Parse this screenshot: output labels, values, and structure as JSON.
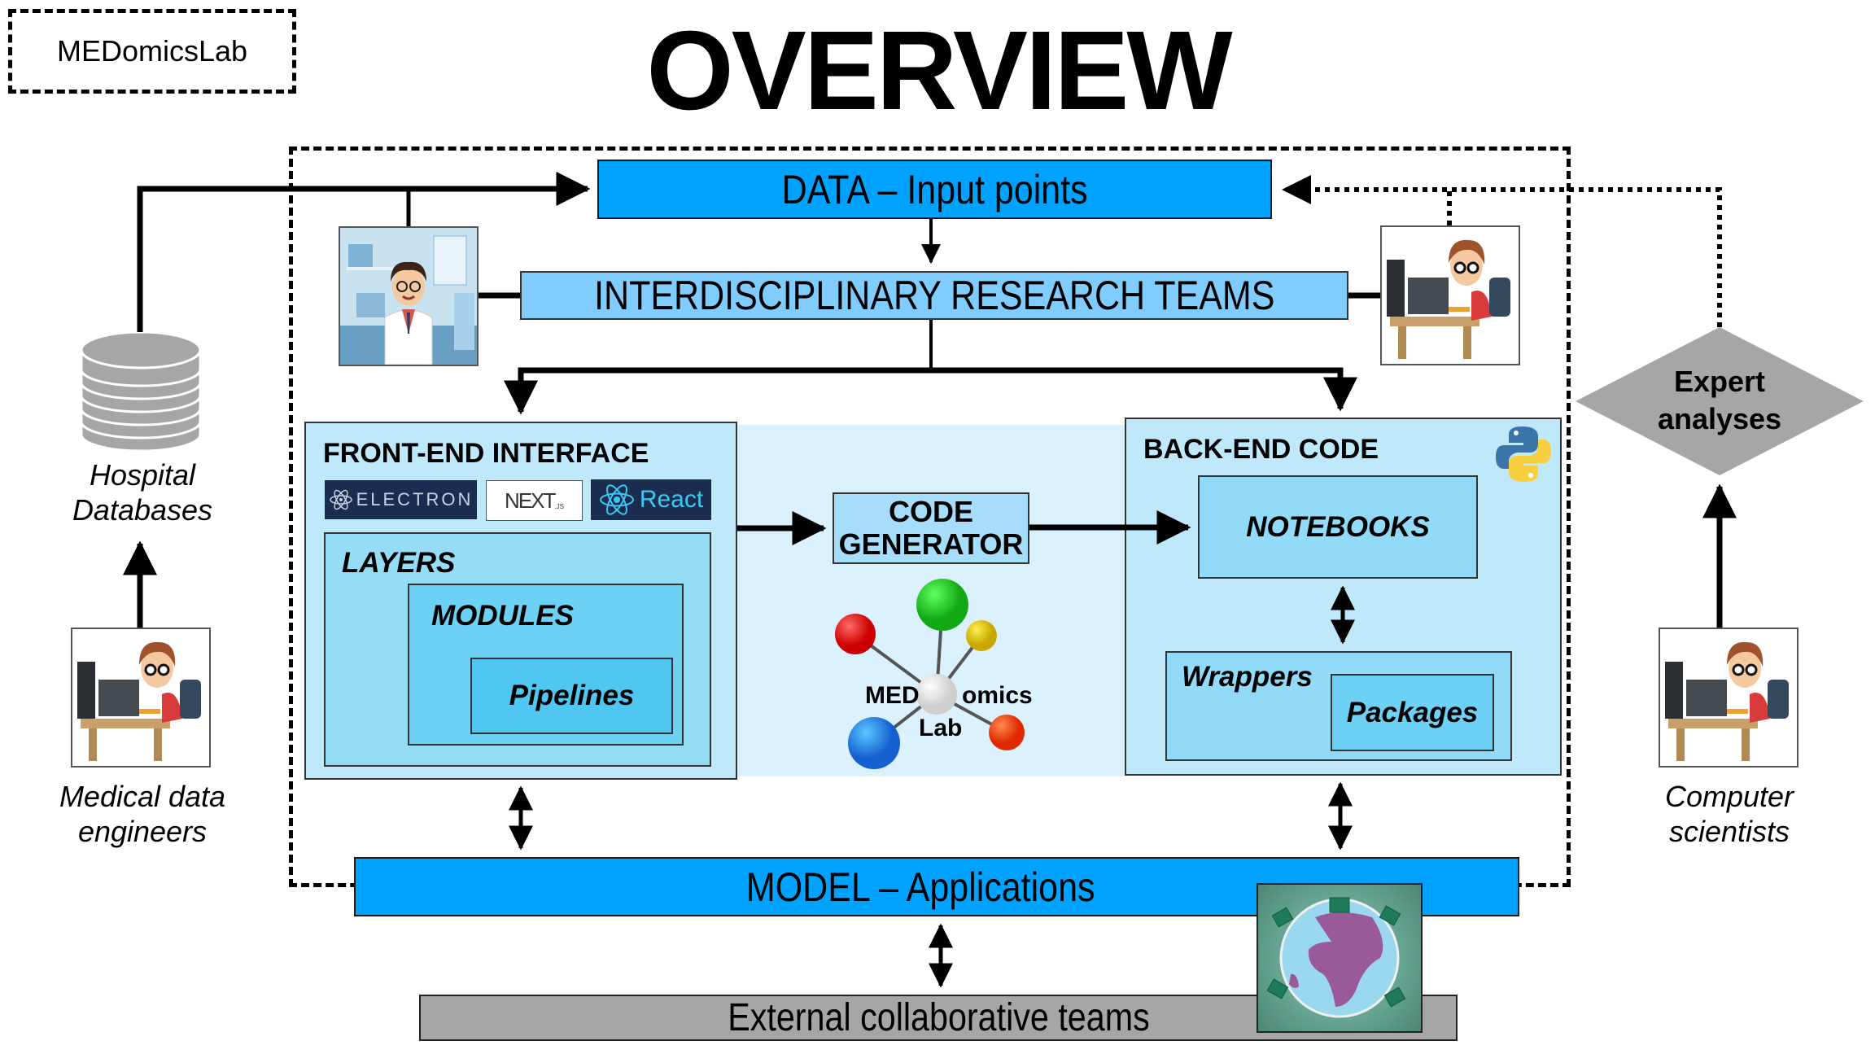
{
  "tag": "MEDomicsLab",
  "title": "OVERVIEW",
  "data_box": "DATA – Input points",
  "research_teams": "INTERDISCIPLINARY RESEARCH TEAMS",
  "front_end": {
    "title": "FRONT-END INTERFACE",
    "frameworks": [
      {
        "name": "ELECTRON",
        "icon": "electron-atom-icon"
      },
      {
        "name": "NEXT",
        "suffix": ".JS",
        "icon": "nextjs-logo"
      },
      {
        "name": "React",
        "icon": "react-atom-icon"
      }
    ],
    "layers": "LAYERS",
    "modules": "MODULES",
    "pipelines": "Pipelines"
  },
  "code_generator": {
    "line1": "CODE",
    "line2": "GENERATOR"
  },
  "logo": {
    "left": "MED",
    "right": "omics",
    "bottom": "Lab",
    "balls": [
      "#ff1a1a",
      "#22cc22",
      "#e6cc1a",
      "#1e8ef0",
      "#ff4a10",
      "#f4f4f4"
    ]
  },
  "back_end": {
    "title": "BACK-END CODE",
    "icon": "python-logo-icon",
    "notebooks": "NOTEBOOKS",
    "wrappers": "Wrappers",
    "packages": "Packages"
  },
  "model_box": "MODEL – Applications",
  "external_box": "External collaborative teams",
  "left_column": {
    "database_label_line1": "Hospital",
    "database_label_line2": "Databases",
    "engineers_label_line1": "Medical data",
    "engineers_label_line2": "engineers"
  },
  "right_column": {
    "diamond_line1": "Expert",
    "diamond_line2": "analyses",
    "scientists_label_line1": "Computer",
    "scientists_label_line2": "scientists"
  },
  "colors": {
    "primary_blue": "#00a2ff",
    "light_blue": "#80ccff",
    "panel_blue": "#c0e8fb",
    "gray": "#a6a6a6"
  }
}
